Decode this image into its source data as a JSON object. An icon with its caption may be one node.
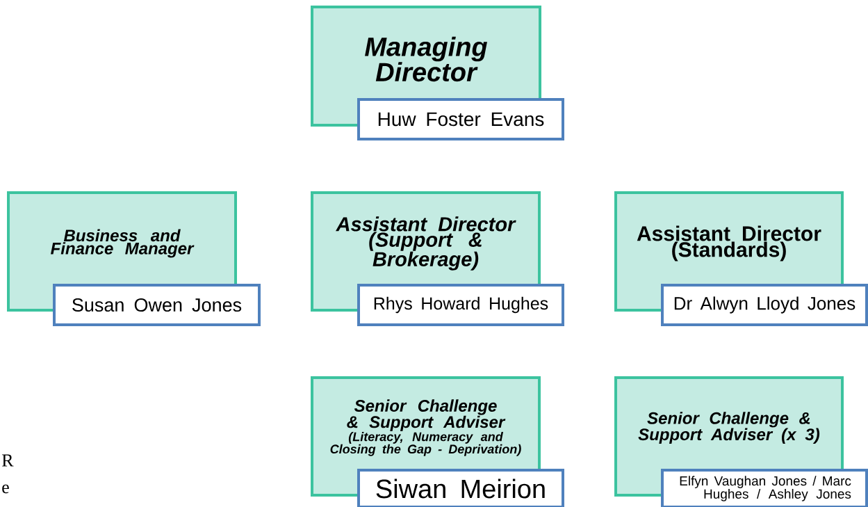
{
  "diagram": {
    "nodes": [
      {
        "text": [
          "Managing Director"
        ]
      },
      {
        "text": [
          "Huw Foster Evans"
        ]
      },
      {
        "text": [
          "Business and Finance Manager"
        ]
      },
      {
        "text": [
          "Susan Owen Jones"
        ]
      },
      {
        "text": [
          "Assistant Director (Support & Brokerage)"
        ]
      },
      {
        "text": [
          "Rhys Howard Hughes"
        ]
      },
      {
        "text": [
          "Assistant Director (Standards)"
        ]
      },
      {
        "text": [
          "Dr Alwyn Lloyd Jones"
        ]
      },
      {
        "text": [
          "Senior Challenge & Support Adviser",
          "(Literacy, Numeracy and Closing the Gap - Deprivation)"
        ]
      },
      {
        "text": [
          "Siwan Meirion"
        ]
      },
      {
        "text": [
          "Senior Challenge & Support Adviser (x 3)"
        ]
      },
      {
        "text": [
          "Elfyn Vaughan Jones / Marc Hughes / Ashley Jones"
        ]
      }
    ],
    "labels": [
      "R",
      "e"
    ]
  }
}
